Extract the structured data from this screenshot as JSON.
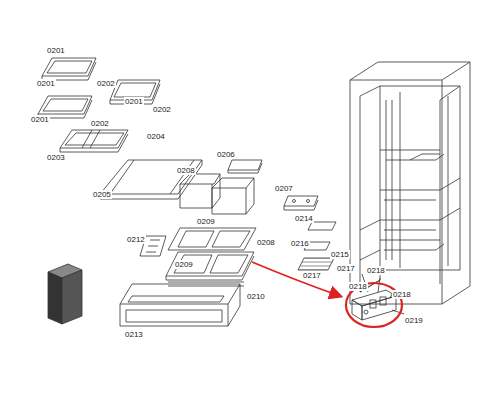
{
  "diagram": {
    "labels": [
      "0201",
      "0201",
      "0202",
      "0201",
      "0202",
      "0201",
      "0202",
      "0204",
      "0203",
      "0205",
      "0206",
      "0208",
      "0207",
      "0214",
      "0209",
      "0212",
      "0208",
      "0216",
      "0215",
      "0209",
      "0217",
      "0217",
      "0218",
      "0218",
      "0210",
      "0218",
      "0219",
      "0213"
    ]
  }
}
